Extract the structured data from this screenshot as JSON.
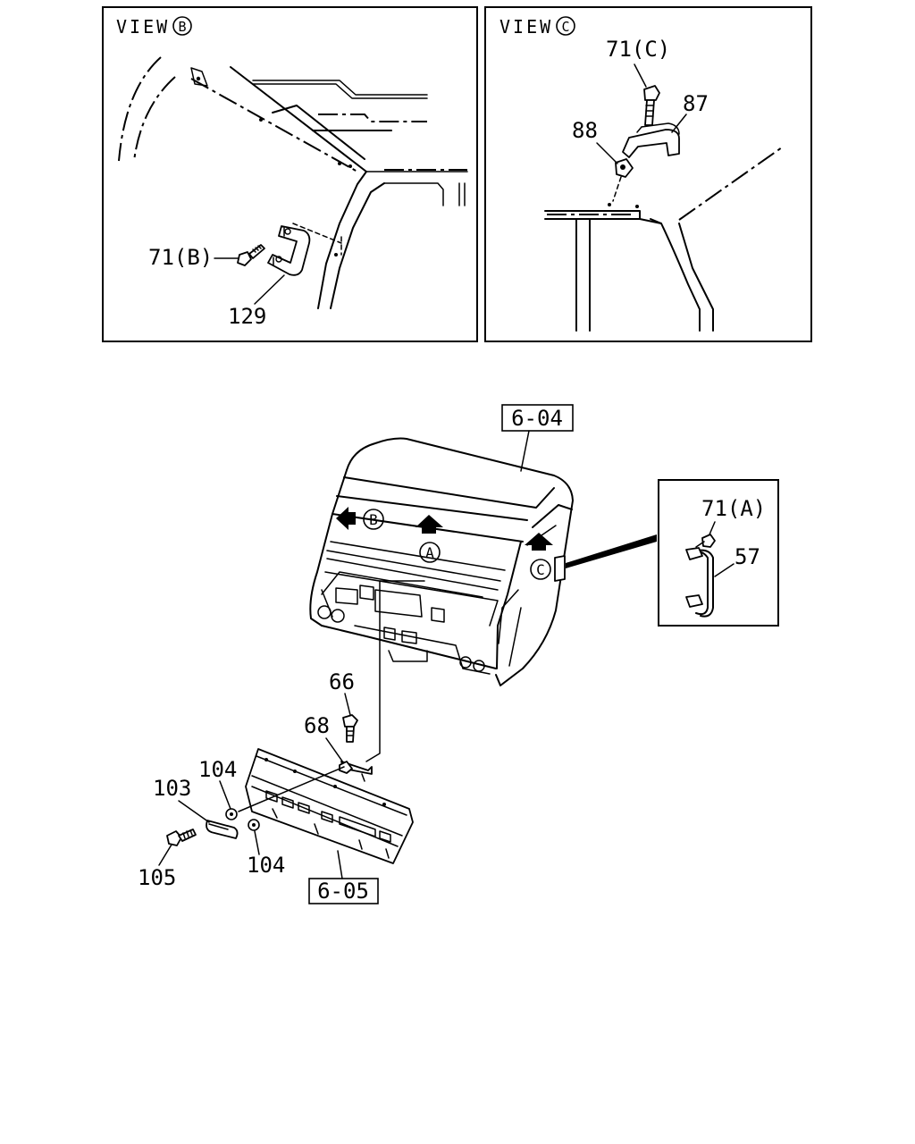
{
  "views": {
    "b": {
      "title": "VIEW",
      "mark": "B"
    },
    "c": {
      "title": "VIEW",
      "mark": "C"
    }
  },
  "view_marks": {
    "a": "A",
    "b": "B",
    "c": "C"
  },
  "refs": {
    "cab": "6-04",
    "grille": "6-05"
  },
  "callouts": {
    "p71b": "71(B)",
    "p129": "129",
    "p71c": "71(C)",
    "p87": "87",
    "p88": "88",
    "p71a": "71(A)",
    "p57": "57",
    "p66": "66",
    "p68": "68",
    "p104a": "104",
    "p103": "103",
    "p104b": "104",
    "p105": "105"
  }
}
